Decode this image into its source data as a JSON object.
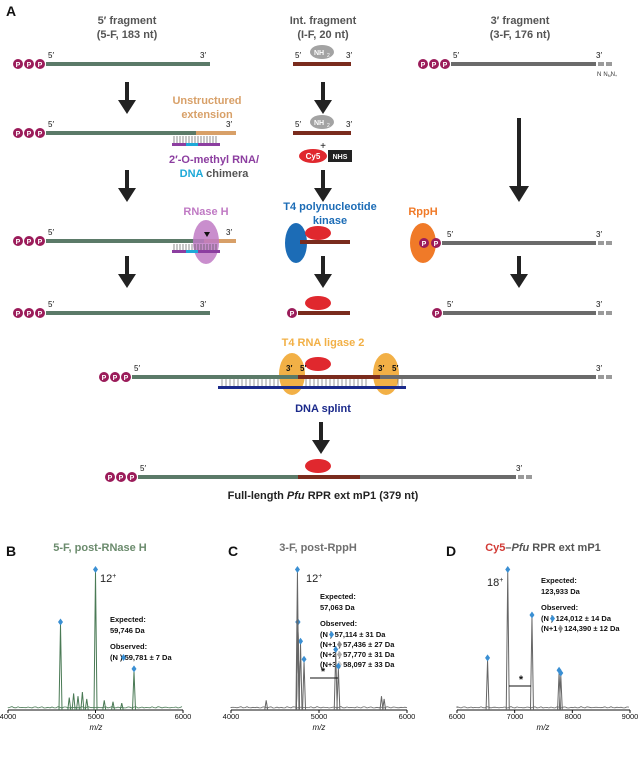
{
  "panels": {
    "a": "A",
    "b": "B",
    "c": "C",
    "d": "D"
  },
  "headers": {
    "five_l1": "5′ fragment",
    "five_l2": "(5-F, 183 nt)",
    "int_l1": "Int. fragment",
    "int_l2": "(I-F, 20 nt)",
    "three_l1": "3′ fragment",
    "three_l2": "(3-F, 176 nt)"
  },
  "labels": {
    "p": "P",
    "p5": "5′",
    "p3": "3′",
    "nh2": "NH",
    "nh2_sub": "2",
    "plus": "+",
    "cy5": "Cy5",
    "nhs": "NHS",
    "nnn": "N",
    "nnn_sub": "N",
    "nnn_sub2": "+",
    "unstructured_l1": "Unstructured",
    "unstructured_l2": "extension",
    "chimera_a": "2′-O-methyl RNA/",
    "chimera_b": "DNA",
    "chimera_c": " chimera",
    "rnaseh": "RNase H",
    "t4pnk_l1": "T4  polynucleotide",
    "t4pnk_l2": "kinase",
    "rpph": "RppH",
    "ligase": "T4 RNA ligase 2",
    "splint": "DNA splint",
    "full_a": "Full-length ",
    "full_b": "Pfu",
    "full_c": " RPR ext mP1 (379 nt)",
    "marker_n": "N",
    "marker_n_plus": "N_",
    "marker_nplus": "N+",
    "marker_nplus_sub": "+"
  },
  "spectra": [
    {
      "title": "5-F, post-RNase H",
      "title_color": "#6b8b6d",
      "charge": "12",
      "charge_sup": "+",
      "expected_label": "Expected:",
      "expected_value": "59,746 Da",
      "observed_label": "Observed:",
      "observed_lines": [
        "(N  ) 59,781 ± 7 Da"
      ],
      "x_label": "m/z",
      "xlim": [
        4000,
        6000
      ],
      "x_ticks": [
        "4000",
        "5000",
        "6000"
      ],
      "line_color": "#4a7a55",
      "peaks": [
        {
          "mz": 4600,
          "rel": 0.62
        },
        {
          "mz": 5000,
          "rel": 1.0
        },
        {
          "mz": 5440,
          "rel": 0.28
        },
        {
          "mz": 4700,
          "rel": 0.09
        },
        {
          "mz": 4750,
          "rel": 0.12
        },
        {
          "mz": 4800,
          "rel": 0.1
        },
        {
          "mz": 4850,
          "rel": 0.13
        },
        {
          "mz": 4900,
          "rel": 0.08
        },
        {
          "mz": 5100,
          "rel": 0.07
        },
        {
          "mz": 5200,
          "rel": 0.06
        },
        {
          "mz": 5300,
          "rel": 0.05
        }
      ]
    },
    {
      "title": "3-F, post-RppH",
      "title_color": "#707070",
      "charge": "12",
      "charge_sup": "+",
      "expected_label": "Expected:",
      "expected_value": "57,063 Da",
      "observed_label": "Observed:",
      "observed_lines": [
        "(N  ) 57,114 ± 31 Da",
        "(N+1  ) 57,436 ± 27 Da",
        "(N+2  ) 57,770 ± 31 Da",
        "(N+3  ) 58,097 ± 33 Da"
      ],
      "star": "*",
      "x_label": "m/z",
      "xlim": [
        4000,
        6000
      ],
      "x_ticks": [
        "4000",
        "5000",
        "6000"
      ],
      "line_color": "#666666",
      "peaks": [
        {
          "mz": 4400,
          "rel": 0.07
        },
        {
          "mz": 4760,
          "rel": 0.62
        },
        {
          "mz": 4790,
          "rel": 0.48
        },
        {
          "mz": 4830,
          "rel": 0.35
        },
        {
          "mz": 4760,
          "rel": 0.62
        },
        {
          "mz": 4760,
          "rel": 0.62
        },
        {
          "mz": 4760,
          "rel": 0.62
        },
        {
          "mz": 4755,
          "rel": 1.0
        },
        {
          "mz": 5190,
          "rel": 0.42
        },
        {
          "mz": 5220,
          "rel": 0.3
        },
        {
          "mz": 5710,
          "rel": 0.1
        },
        {
          "mz": 5740,
          "rel": 0.08
        }
      ]
    },
    {
      "title_a": "Cy5",
      "title_b": "–",
      "title_c": "Pfu",
      "title_d": " RPR ext mP1",
      "title_color": "#d23a35",
      "title_color2": "#555555",
      "charge": "18",
      "charge_sup": "+",
      "expected_label": "Expected:",
      "expected_value": "123,933 Da",
      "observed_label": "Observed:",
      "observed_lines": [
        "(N  ) 124,012 ± 14 Da",
        "(N+1  ) 124,390 ± 12 Da"
      ],
      "star": "*",
      "x_label": "m/z",
      "xlim": [
        6000,
        9000
      ],
      "x_ticks": [
        "6000",
        "7000",
        "8000",
        "9000"
      ],
      "line_color": "#666666",
      "peaks": [
        {
          "mz": 6530,
          "rel": 0.36
        },
        {
          "mz": 6880,
          "rel": 1.0
        },
        {
          "mz": 7300,
          "rel": 0.67
        },
        {
          "mz": 7770,
          "rel": 0.27
        },
        {
          "mz": 7800,
          "rel": 0.25
        }
      ]
    }
  ],
  "colors": {
    "rna5": "#5b7a68",
    "rna5_ext": "#d8a068",
    "rna_int": "#7a2b1d",
    "rna3": "#6b6b6b",
    "triphos": "#9b1c5a",
    "nh2": "#a3a3a3",
    "cy5": "#e0282e",
    "nhs": "#222222",
    "chimera_purple": "#8c3ea0",
    "chimera_blue": "#1da9d8",
    "rnaseh": "#c07ac4",
    "pnk_blue": "#1c6cb6",
    "rpph_orange": "#f07a28",
    "ligase_orange": "#f2b046",
    "splint": "#1b2a8b",
    "arrow": "#222222",
    "marker_blue": "#3a8fd3"
  }
}
